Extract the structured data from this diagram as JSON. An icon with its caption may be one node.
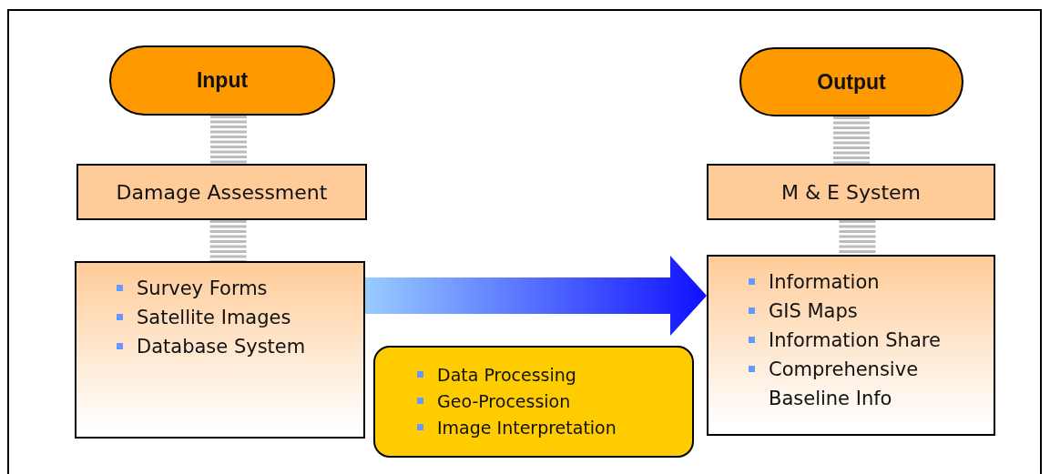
{
  "diagram": {
    "nodes": [
      {
        "text": [
          "Input"
        ]
      },
      {
        "text": [
          "Damage Assessment"
        ]
      },
      {
        "text": [
          "Survey Forms",
          "Satellite Images",
          "Database System"
        ]
      },
      {
        "text": [
          "Output"
        ]
      },
      {
        "text": [
          "M & E System"
        ]
      },
      {
        "text": [
          "Information",
          "GIS Maps",
          "Information Share",
          "Comprehensive Baseline Info"
        ]
      },
      {
        "text": [
          "Data Processing",
          "Geo-Procession",
          "Image Interpretation"
        ]
      }
    ],
    "edges": [
      {
        "from": 0,
        "to": 1,
        "arrow": "none"
      },
      {
        "from": 1,
        "to": 2,
        "arrow": "none"
      },
      {
        "from": 3,
        "to": 4,
        "arrow": "none"
      },
      {
        "from": 4,
        "to": 5,
        "arrow": "none"
      },
      {
        "from": 2,
        "to": 5,
        "arrow": "to",
        "style": "thick",
        "color": "#1010ff"
      }
    ]
  }
}
